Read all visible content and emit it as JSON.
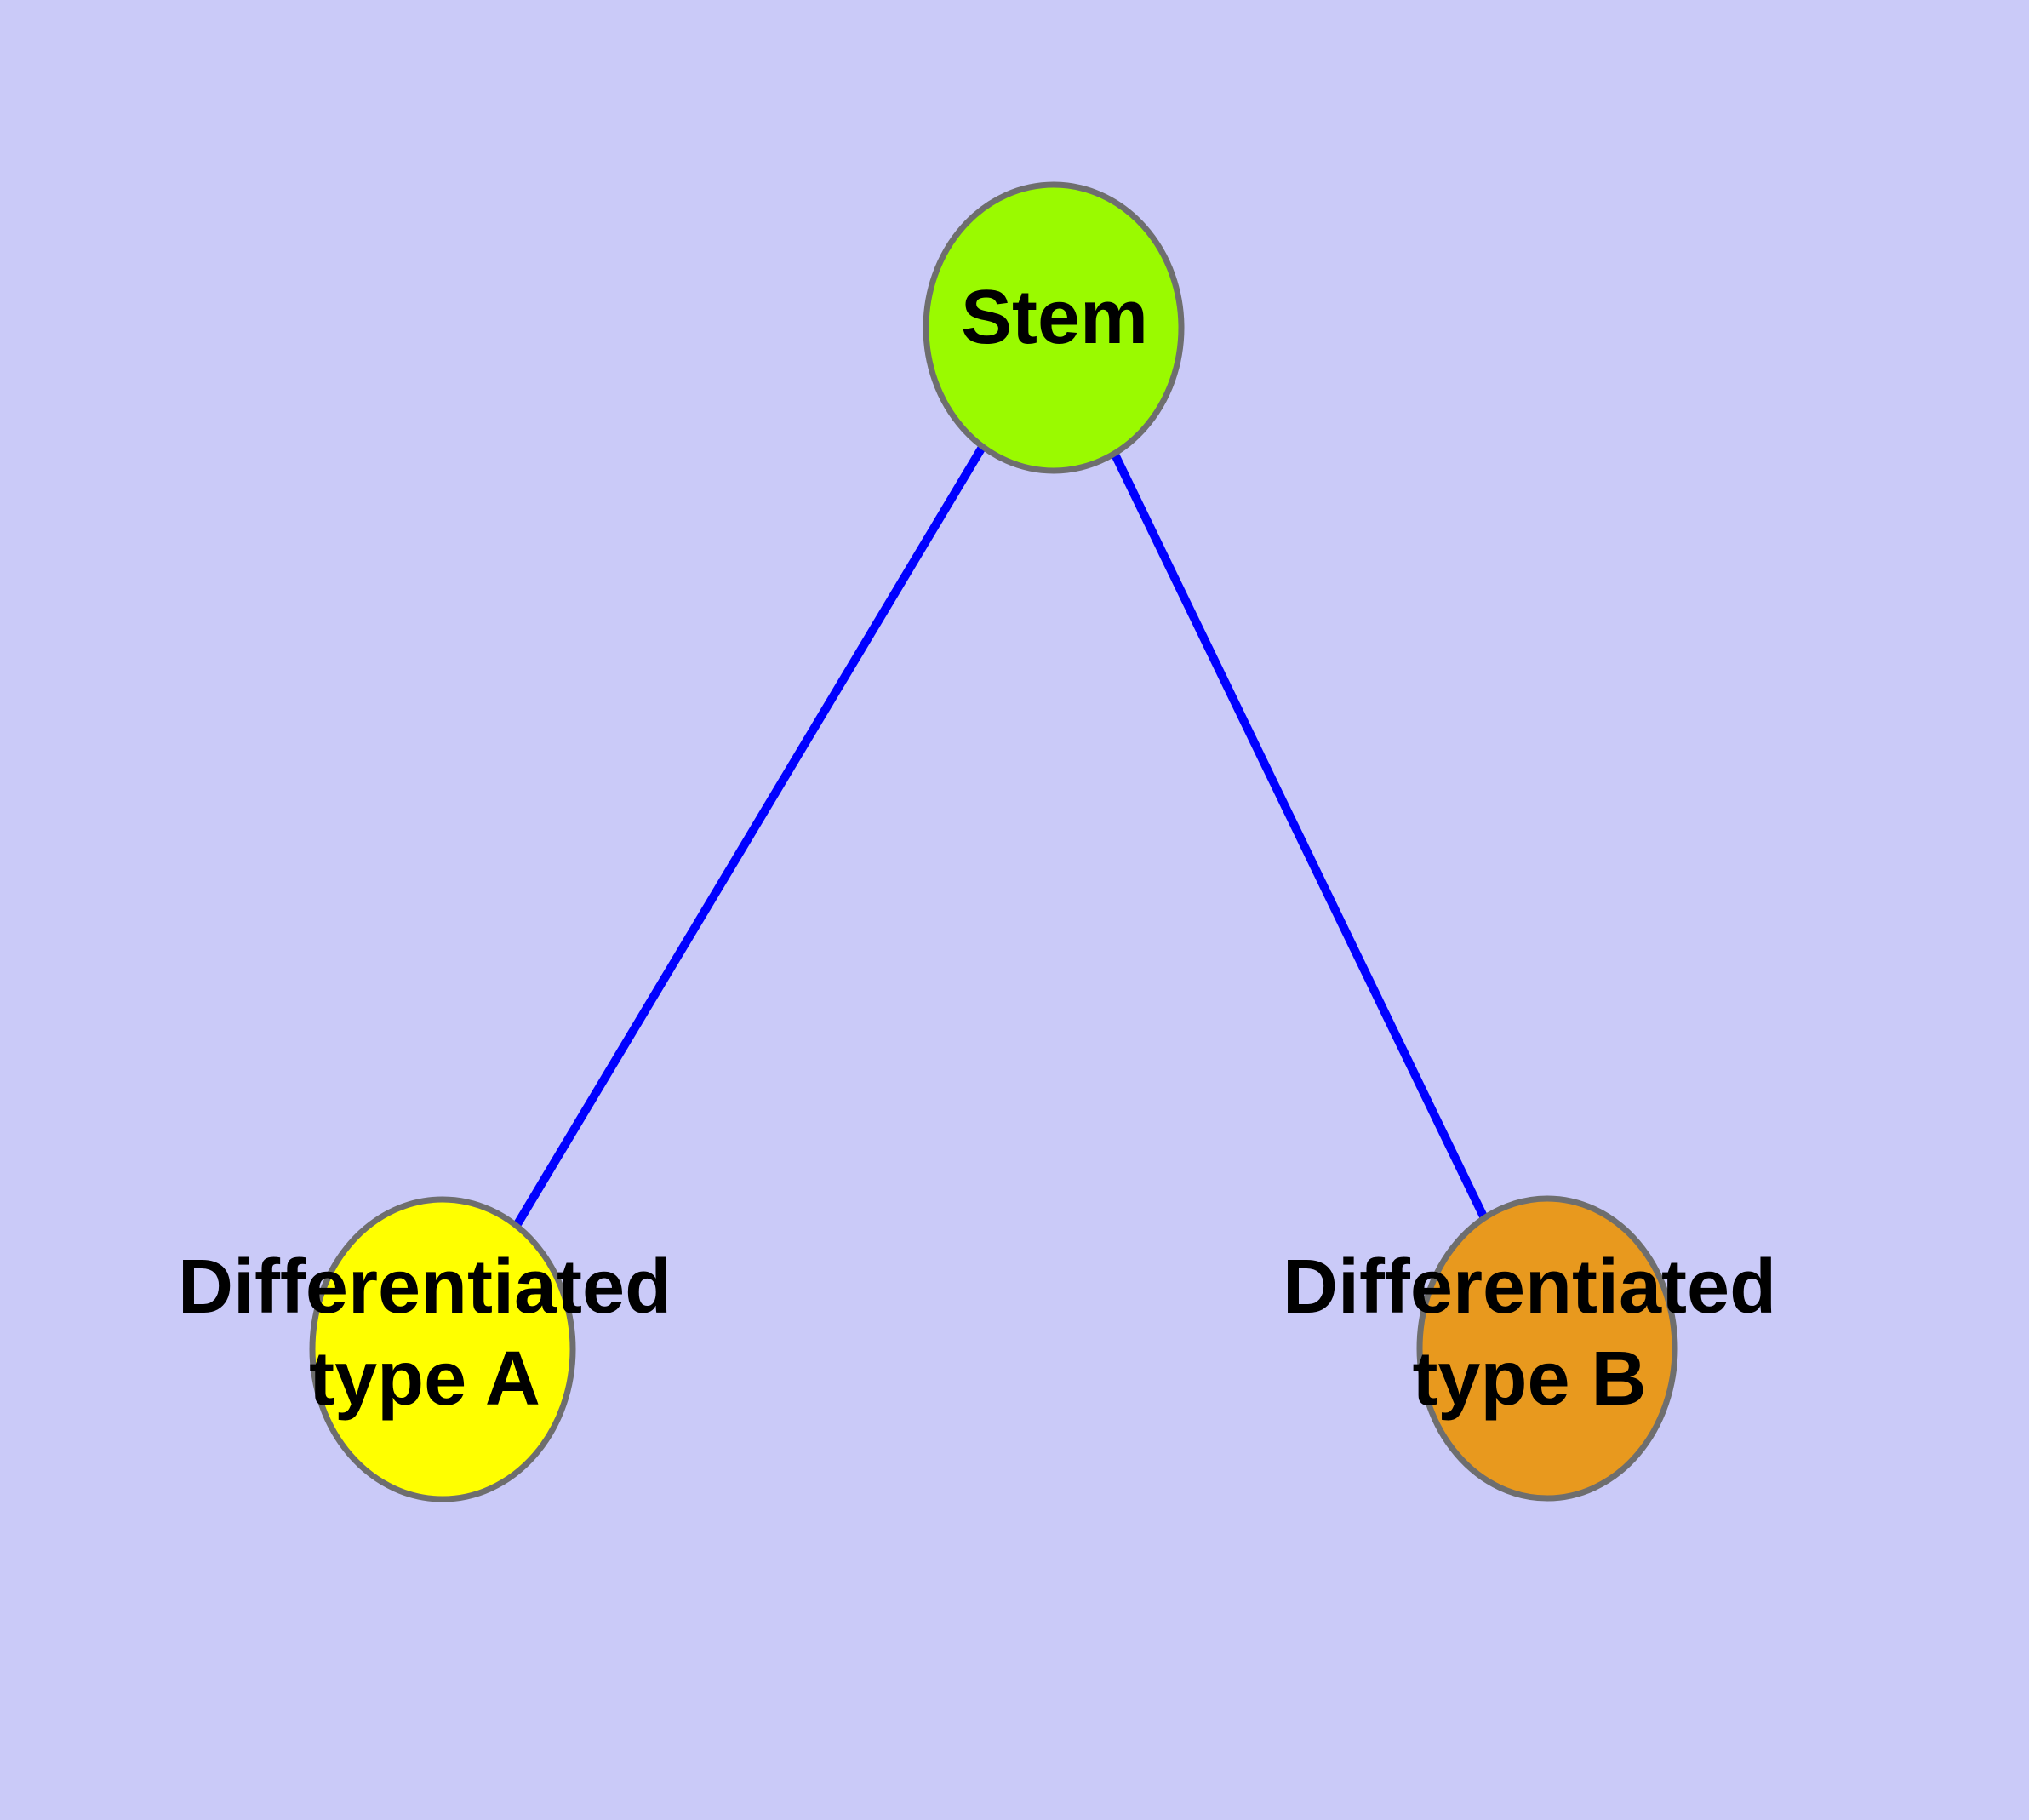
{
  "diagram": {
    "background_color": "#CACAF8",
    "edge_color": "#0000FF",
    "node_border_color": "#6E6E6E",
    "text_color": "#000000",
    "nodes": {
      "stem": {
        "label": "Stem",
        "fill": "#9AFA00"
      },
      "type_a": {
        "label_line1": "Differentiated",
        "label_line2": "type A",
        "fill": "#FFFF00"
      },
      "type_b": {
        "label_line1": "Differentiated",
        "label_line2": "type B",
        "fill": "#E8991E"
      }
    },
    "edges": [
      {
        "from": "stem",
        "to": "type_a"
      },
      {
        "from": "stem",
        "to": "type_b"
      }
    ]
  }
}
